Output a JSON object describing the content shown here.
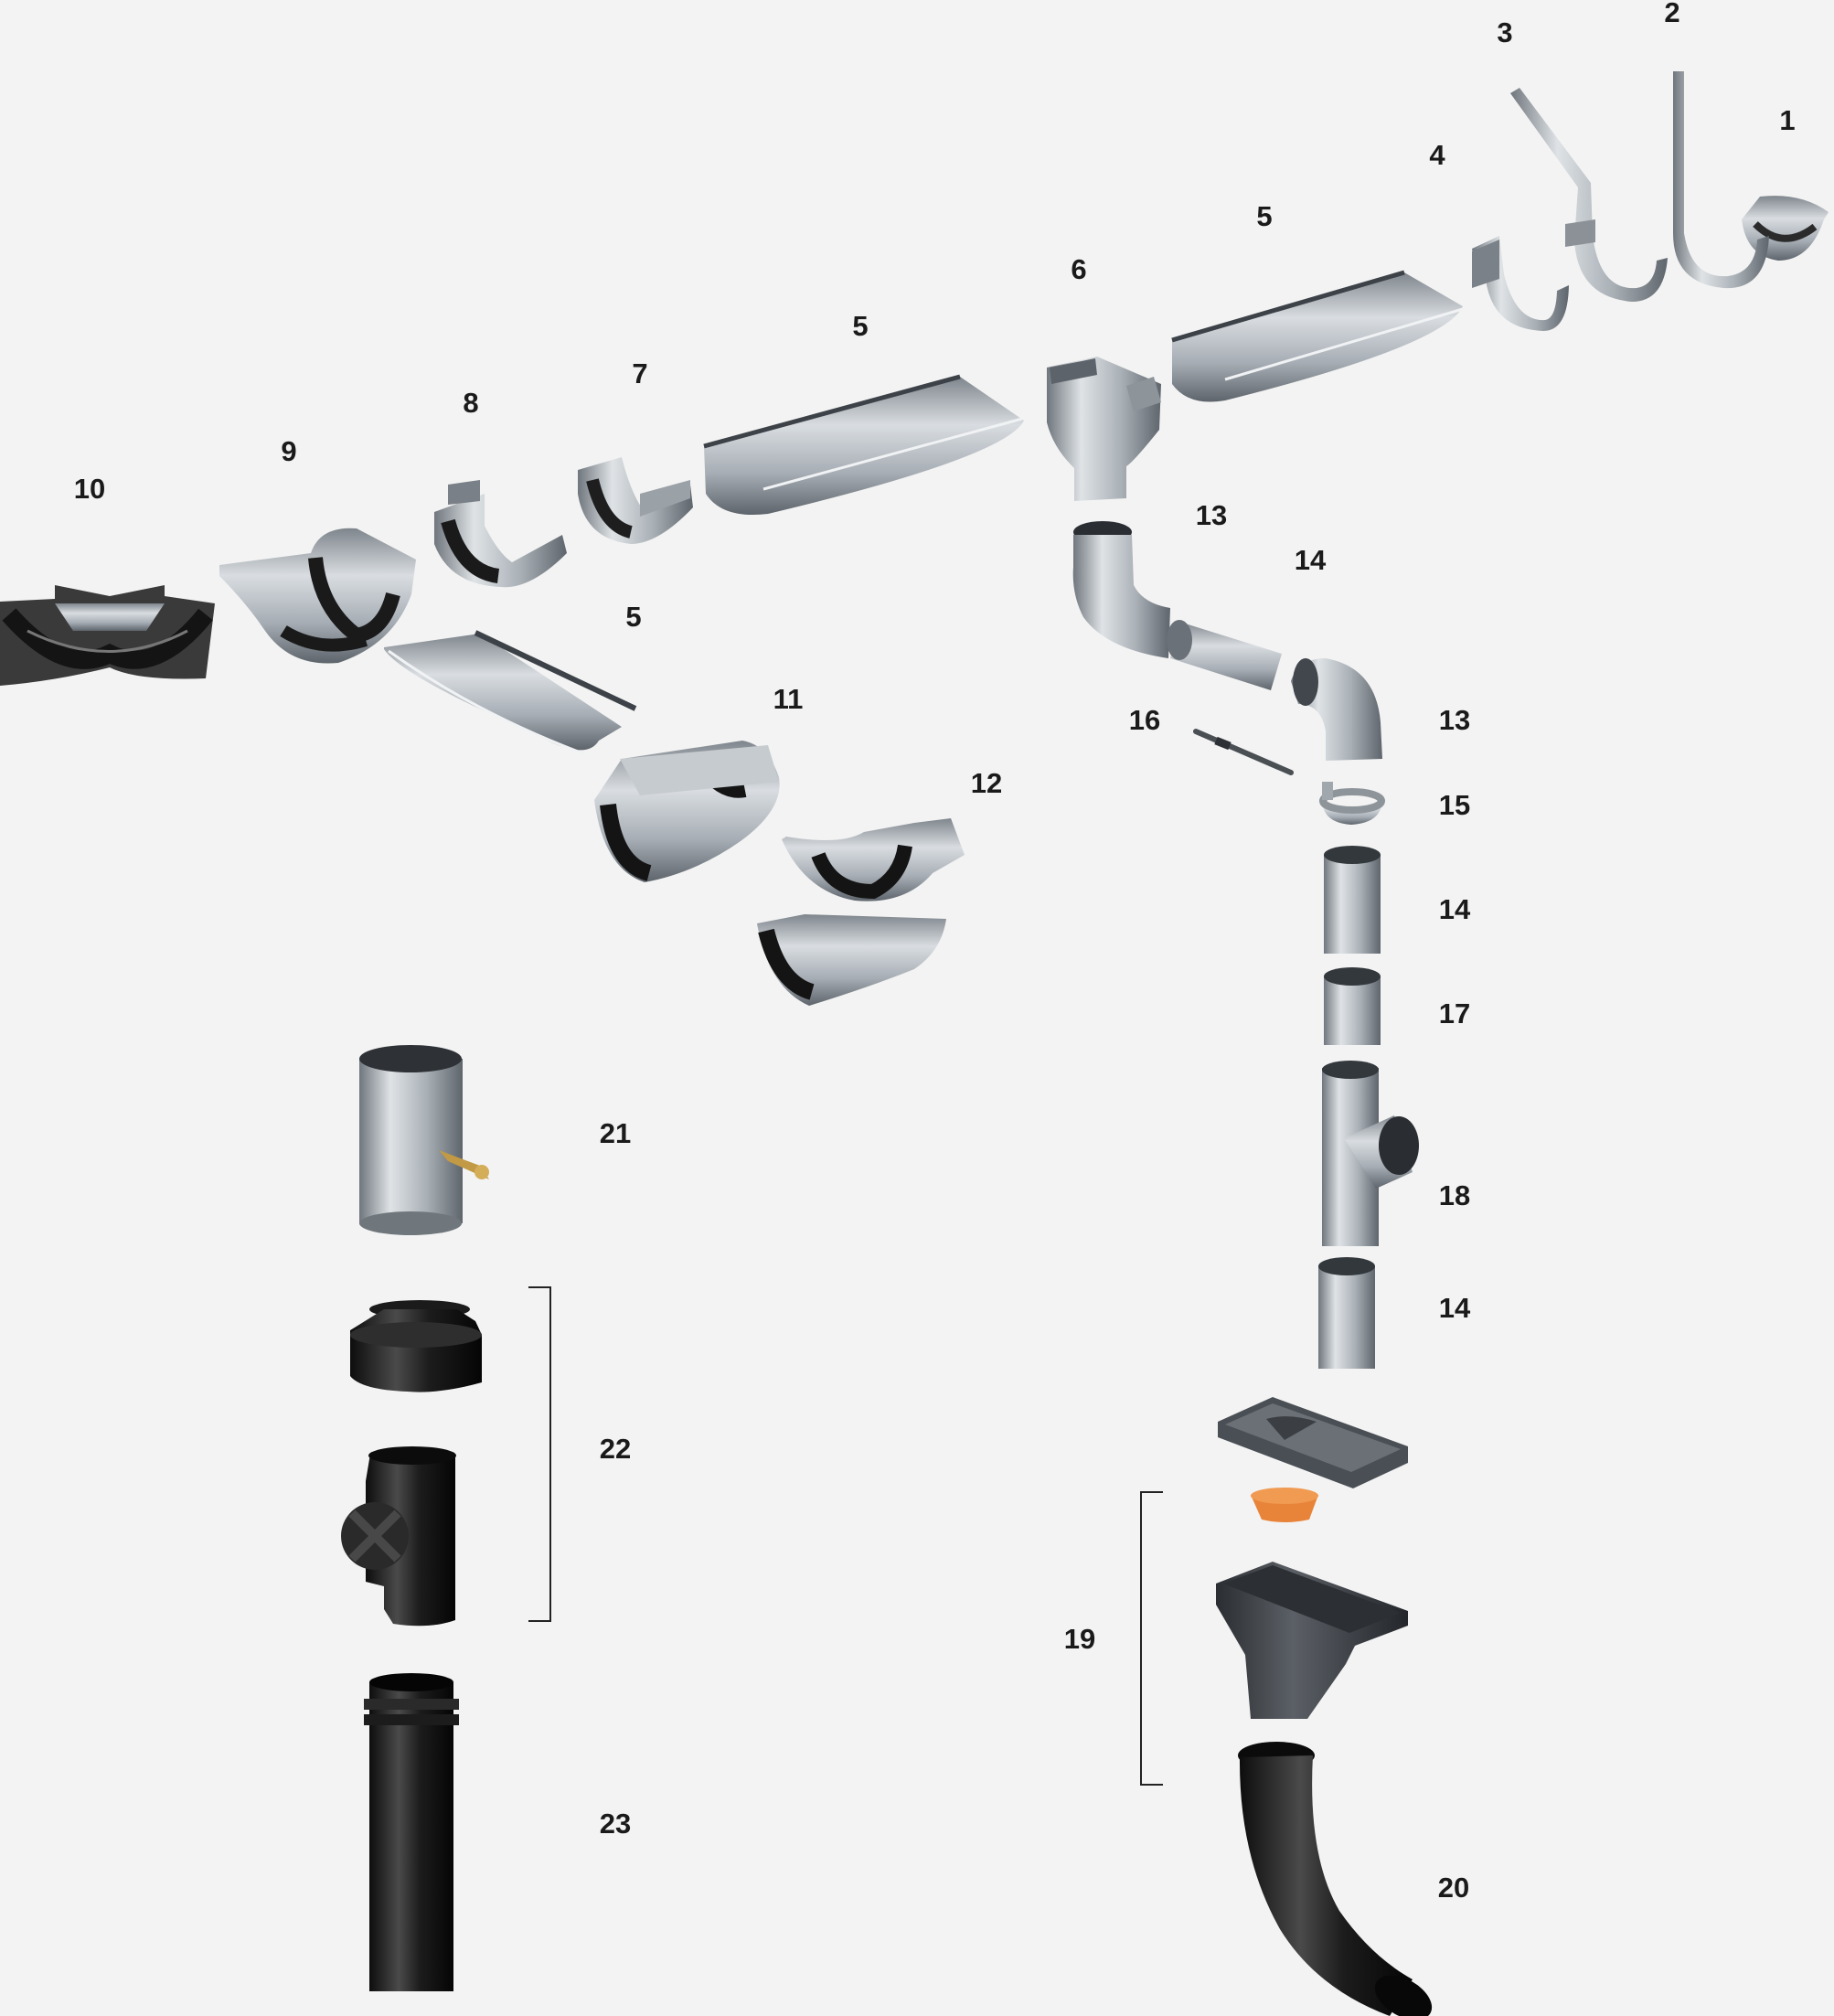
{
  "labels": {
    "l1": "1",
    "l2": "2",
    "l3": "3",
    "l4": "4",
    "l5a": "5",
    "l5b": "5",
    "l5c": "5",
    "l6": "6",
    "l7": "7",
    "l8": "8",
    "l9": "9",
    "l10": "10",
    "l11": "11",
    "l12": "12",
    "l13a": "13",
    "l13b": "13",
    "l14a": "14",
    "l14b": "14",
    "l14c": "14",
    "l15": "15",
    "l16": "16",
    "l17": "17",
    "l18": "18",
    "l19": "19",
    "l20": "20",
    "l21": "21",
    "l22": "22",
    "l23": "23"
  },
  "colors": {
    "background": "#f3f3f3",
    "metal": "#b8bec4",
    "black_pipe": "#1c1c1c",
    "orange_basket": "#e8843a",
    "dark_grey": "#3c4046"
  }
}
